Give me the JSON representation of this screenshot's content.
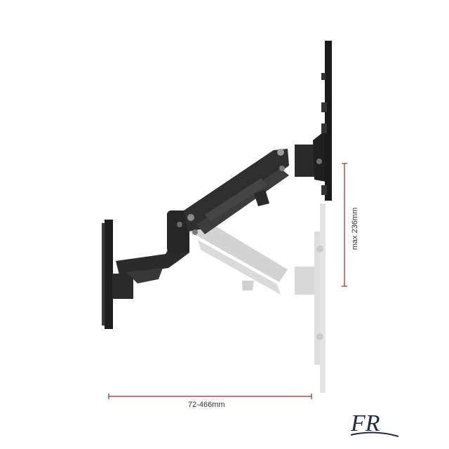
{
  "image": {
    "subject": "Gas-spring monitor wall-mount arm, side view",
    "colors": {
      "arm_dark": "#2b2b2b",
      "arm_ghost": "#bdbdbd",
      "dimension_line": "#9a2a2a",
      "logo": "#1f2a44"
    }
  },
  "dimensions": {
    "width_label": "72-466mm",
    "height_label": "max 236mm"
  },
  "logo": {
    "text": "FR"
  }
}
